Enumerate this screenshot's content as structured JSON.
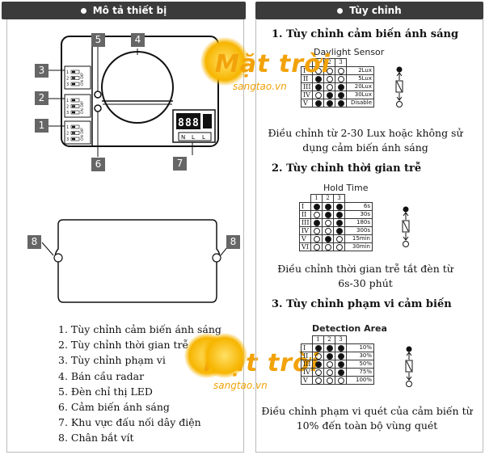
{
  "left_panel": {
    "header": "Mô tả thiết bị",
    "callouts": [
      "1",
      "2",
      "3",
      "4",
      "5",
      "6",
      "7",
      "8"
    ],
    "switch_label": "ON DIP",
    "switch_numbers": [
      "1",
      "2",
      "3"
    ],
    "terminal_labels": [
      "N",
      "L",
      "L"
    ],
    "legend": [
      "1. Tùy chỉnh cảm biến ánh sáng",
      "2. Tùy chỉnh thời gian trễ",
      "3. Tùy chỉnh phạm vi",
      "4. Bán cầu radar",
      "5. Đèn chỉ thị LED",
      "6. Cảm biến ánh sáng",
      "7. Khu vực đấu nối dây điện",
      "8. Chân bắt vít"
    ]
  },
  "right_panel": {
    "header": "Tùy chỉnh",
    "sections": [
      {
        "title": "1. Tùy chỉnh cảm biến ánh sáng",
        "table_title": "Daylight Sensor",
        "columns": [
          "1",
          "2",
          "3"
        ],
        "rows": [
          {
            "label": "I",
            "switches": [
              false,
              false,
              false
            ],
            "value": "2Lux"
          },
          {
            "label": "II",
            "switches": [
              true,
              false,
              false
            ],
            "value": "5Lux"
          },
          {
            "label": "III",
            "switches": [
              true,
              false,
              true
            ],
            "value": "20Lux"
          },
          {
            "label": "IV",
            "switches": [
              false,
              true,
              true
            ],
            "value": "30Lux"
          },
          {
            "label": "V",
            "switches": [
              true,
              true,
              true
            ],
            "value": "Disable"
          }
        ],
        "description": "Điều chỉnh từ 2-30 Lux hoặc không sử dụng cảm biến ánh sáng"
      },
      {
        "title": "2. Tùy chỉnh thời gian trễ",
        "table_title": "Hold Time",
        "columns": [
          "1",
          "2",
          "3"
        ],
        "rows": [
          {
            "label": "I",
            "switches": [
              true,
              true,
              true
            ],
            "value": "6s"
          },
          {
            "label": "II",
            "switches": [
              false,
              true,
              true
            ],
            "value": "30s"
          },
          {
            "label": "III",
            "switches": [
              true,
              false,
              true
            ],
            "value": "180s"
          },
          {
            "label": "IV",
            "switches": [
              false,
              false,
              true
            ],
            "value": "300s"
          },
          {
            "label": "V",
            "switches": [
              false,
              true,
              false
            ],
            "value": "15min"
          },
          {
            "label": "VI",
            "switches": [
              false,
              false,
              false
            ],
            "value": "30min"
          }
        ],
        "description": "Điều chỉnh thời gian trễ tắt đèn từ 6s-30 phút"
      },
      {
        "title": "3. Tùy chỉnh phạm vi cảm biến",
        "table_title": "Detection Area",
        "columns": [
          "1",
          "2",
          "3"
        ],
        "rows": [
          {
            "label": "I",
            "switches": [
              true,
              true,
              true
            ],
            "value": "10%"
          },
          {
            "label": "II",
            "switches": [
              false,
              true,
              true
            ],
            "value": "30%"
          },
          {
            "label": "III",
            "switches": [
              true,
              false,
              true
            ],
            "value": "50%"
          },
          {
            "label": "IV",
            "switches": [
              false,
              false,
              true
            ],
            "value": "75%"
          },
          {
            "label": "V",
            "switches": [
              false,
              false,
              false
            ],
            "value": "100%"
          }
        ],
        "description": "Điều chỉnh phạm vi quét của cảm biến từ 10% đến toàn bộ vùng quét"
      }
    ]
  },
  "watermark": {
    "brand": "Mặt trời",
    "site": "sangtao.vn",
    "color": "#f2a20a"
  }
}
